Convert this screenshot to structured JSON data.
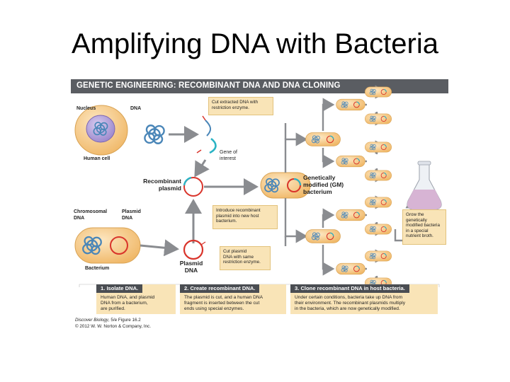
{
  "slide": {
    "title": "Amplifying DNA with Bacteria"
  },
  "figure": {
    "banner": "GENETIC ENGINEERING: RECOMBINANT DNA AND DNA CLONING",
    "labels": {
      "nucleus": "Nucleus",
      "dna": "DNA",
      "human_cell": "Human cell",
      "gene_of_interest_1": "Gene of",
      "gene_of_interest_2": "interest",
      "recombinant_plasmid_1": "Recombinant",
      "recombinant_plasmid_2": "plasmid",
      "chromosomal_dna_1": "Chromosomal",
      "chromosomal_dna_2": "DNA",
      "plasmid_dna_small_1": "Plasmid",
      "plasmid_dna_small_2": "DNA",
      "bacterium": "Bacterium",
      "plasmid_dna_big_1": "Plasmid",
      "plasmid_dna_big_2": "DNA",
      "gm_bacterium_1": "Genetically",
      "gm_bacterium_2": "modified (GM)",
      "gm_bacterium_3": "bacterium"
    },
    "notes": {
      "cut_extracted": [
        "Cut extracted DNA with",
        "restriction enzyme."
      ],
      "introduce": [
        "Introduce recombinant",
        "plasmid into new host",
        "bacterium."
      ],
      "cut_plasmid": [
        "Cut plasmid",
        "DNA with same",
        "restriction enzyme."
      ],
      "grow": [
        "Grow the",
        "genetically",
        "modified bacteria",
        "in a special",
        "nutrient broth."
      ]
    },
    "steps": [
      {
        "title": "1. Isolate DNA.",
        "text": [
          "Human DNA, and plasmid",
          "DNA from a bacterium,",
          "are purified."
        ]
      },
      {
        "title": "2. Create recombinant DNA.",
        "text": [
          "The plasmid is cut, and a human DNA",
          "fragment is inserted between the cut",
          "ends using special enzymes."
        ]
      },
      {
        "title": "3. Clone recombinant DNA in host bacteria.",
        "text": [
          "Under certain conditions, bacteria take up DNA from",
          "their environment. The recombinant plasmids multiply",
          "in the bacteria, which are now genetically modified."
        ]
      }
    ],
    "credit": {
      "book": "Discover Biology",
      "rest": ", 5/e  Figure 16.2",
      "copyright": "© 2012 W. W. Norton & Company, Inc."
    }
  },
  "colors": {
    "banner": "#5a5d62",
    "note_bg": "#f9e4b7",
    "cell": "#f5c98a",
    "plasmid": "#d9342b",
    "dna": "#4a86b8",
    "gene": "#2ab3c4",
    "arrow": "#8a8c90",
    "flask_liquid": "#d7b4d4"
  }
}
